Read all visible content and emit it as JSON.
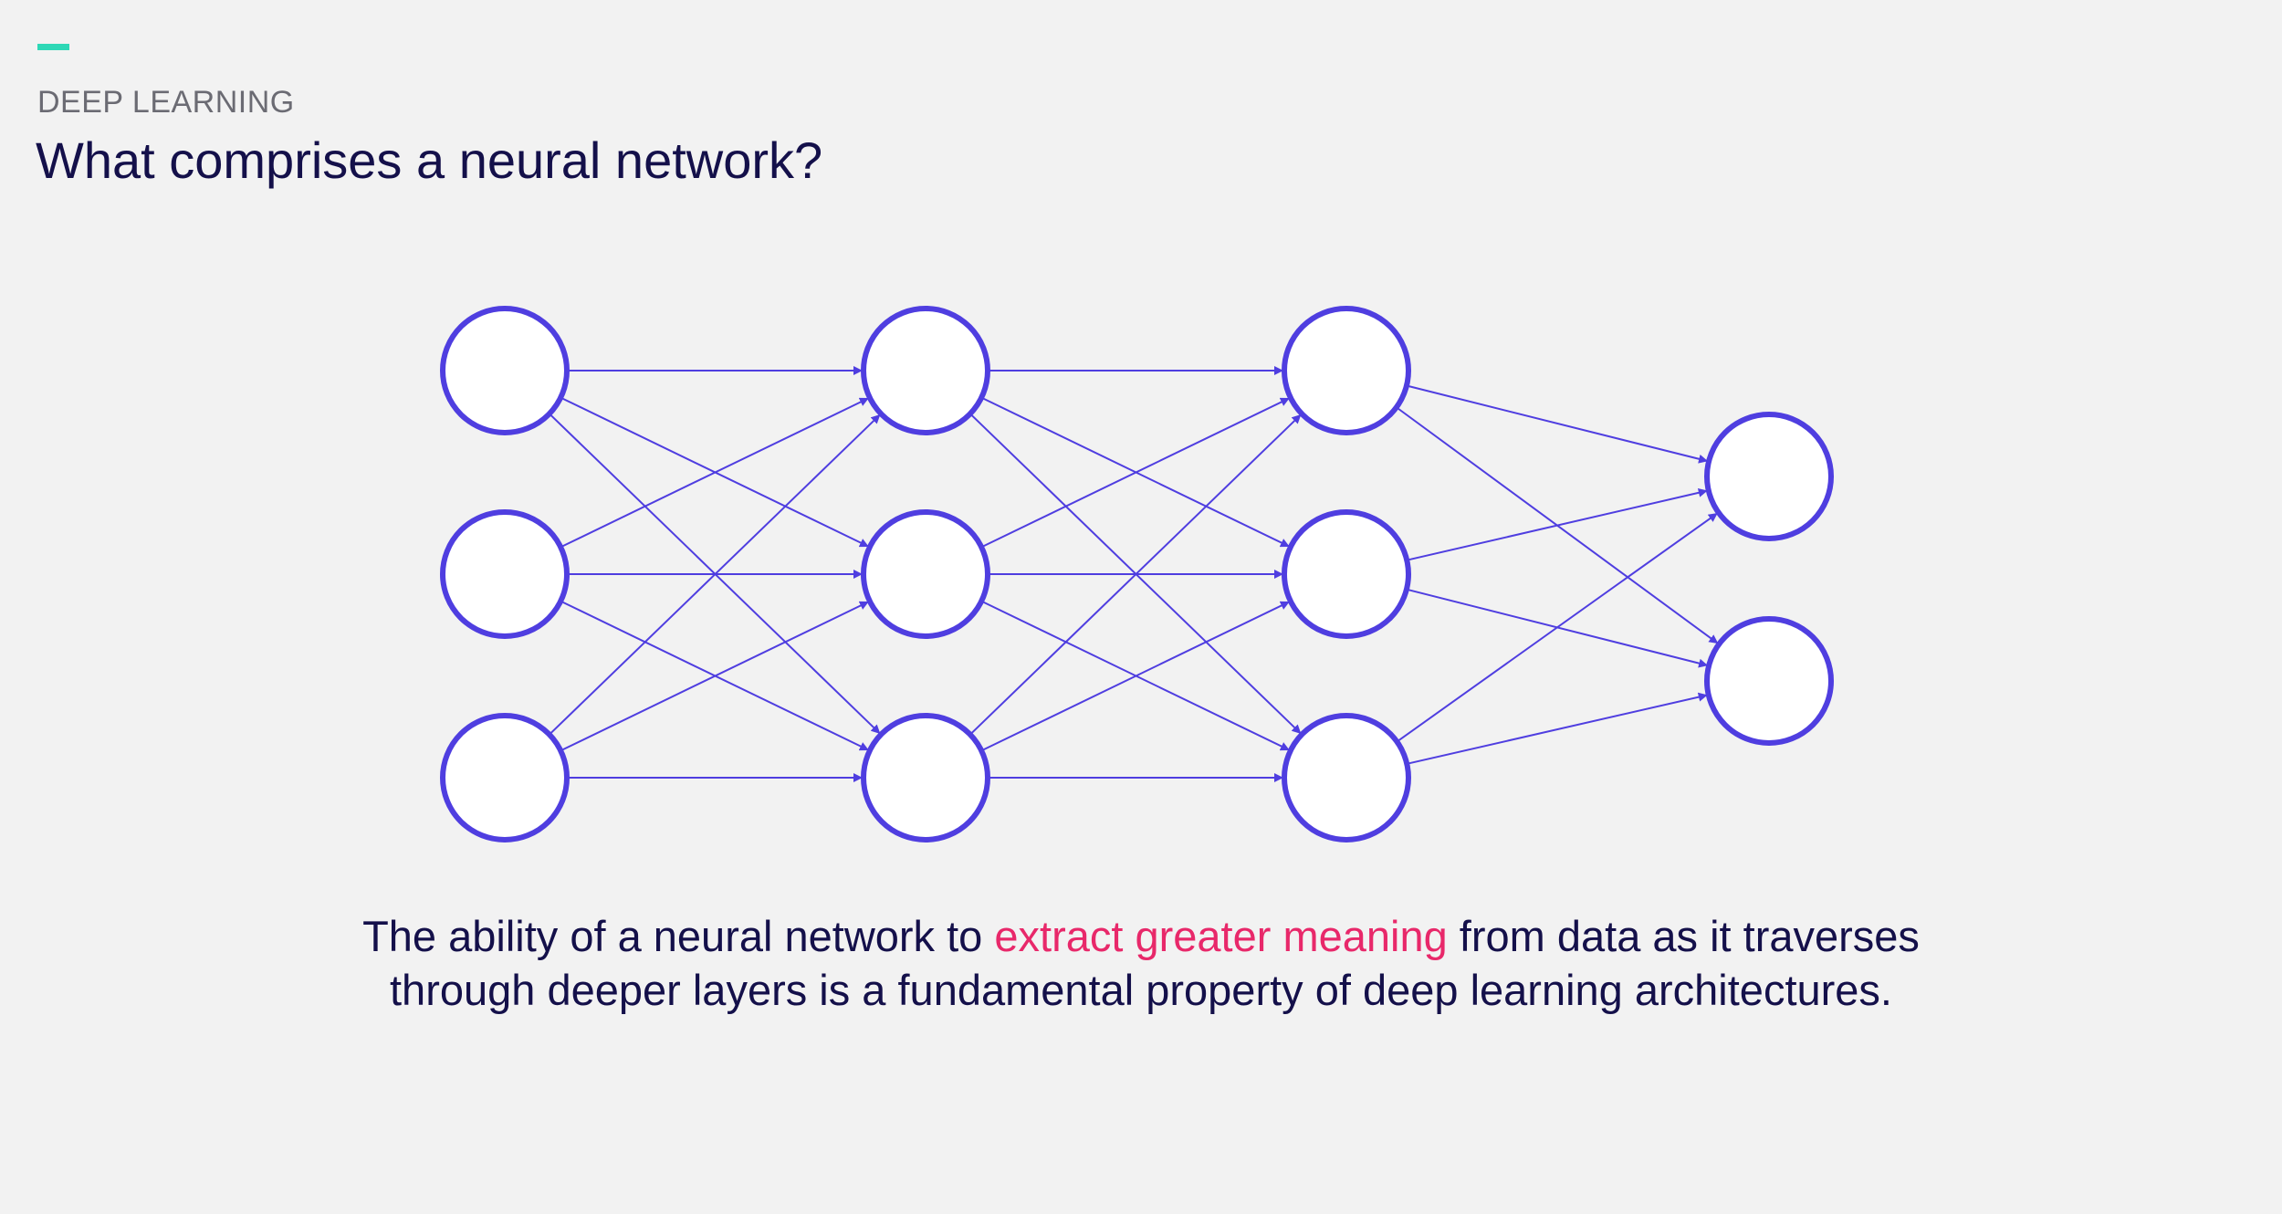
{
  "header": {
    "eyebrow": "DEEP LEARNING",
    "title": "What comprises a neural network?"
  },
  "caption": {
    "before": "The ability of a neural network to ",
    "highlight": "extract greater meaning",
    "after_line1": " from data as it traverses",
    "line2": "through deeper layers is a fundamental property of deep learning architectures."
  },
  "network": {
    "layers": [
      3,
      3,
      3,
      2
    ],
    "fully_connected": true
  },
  "colors": {
    "background": "#f2f2f2",
    "accent": "#2ed8b6",
    "node_stroke": "#4f3ee0",
    "edge": "#4f3ee0",
    "text_dark": "#14104a",
    "text_muted": "#6b6b73",
    "highlight": "#e8286a"
  }
}
